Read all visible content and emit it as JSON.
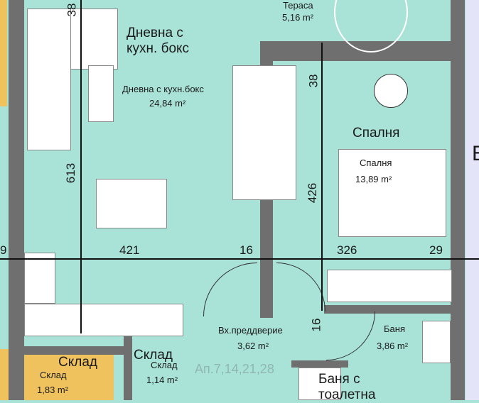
{
  "rooms": {
    "terrace": {
      "name": "Тераса",
      "area": "5,16 m²"
    },
    "living": {
      "title": "Дневна с\nкухн. бокс",
      "name": "Дневна с кухн.бокс",
      "area": "24,84 m²"
    },
    "bedroom": {
      "title": "Спалня",
      "name": "Спалня",
      "area": "13,89 m²"
    },
    "hall": {
      "name": "Вх.преддверие",
      "area": "3,62 m²"
    },
    "bath": {
      "name": "Баня",
      "area": "3,86 m²"
    },
    "storage_left": {
      "title": "Склад",
      "name": "Склад",
      "area": "1,83 m²"
    },
    "storage_mid": {
      "title": "Склад",
      "name": "Склад",
      "area": "1,14 m²"
    },
    "bath_wc": {
      "title": "Баня с\nтоалетна"
    }
  },
  "dimensions": {
    "d38_top": "38",
    "d38_mid": "38",
    "d613": "613",
    "d426": "426",
    "d421": "421",
    "d16a": "16",
    "d326": "326",
    "d29": "29",
    "d9": "9",
    "d16b": "16"
  },
  "watermark": "Ап.7,14,21,28",
  "edge_letter": "Б",
  "colors": {
    "floor": "#a9e3d8",
    "wall": "#6f6f6f",
    "storage": "#f0c25e",
    "exterior": "#e3e4f7"
  }
}
